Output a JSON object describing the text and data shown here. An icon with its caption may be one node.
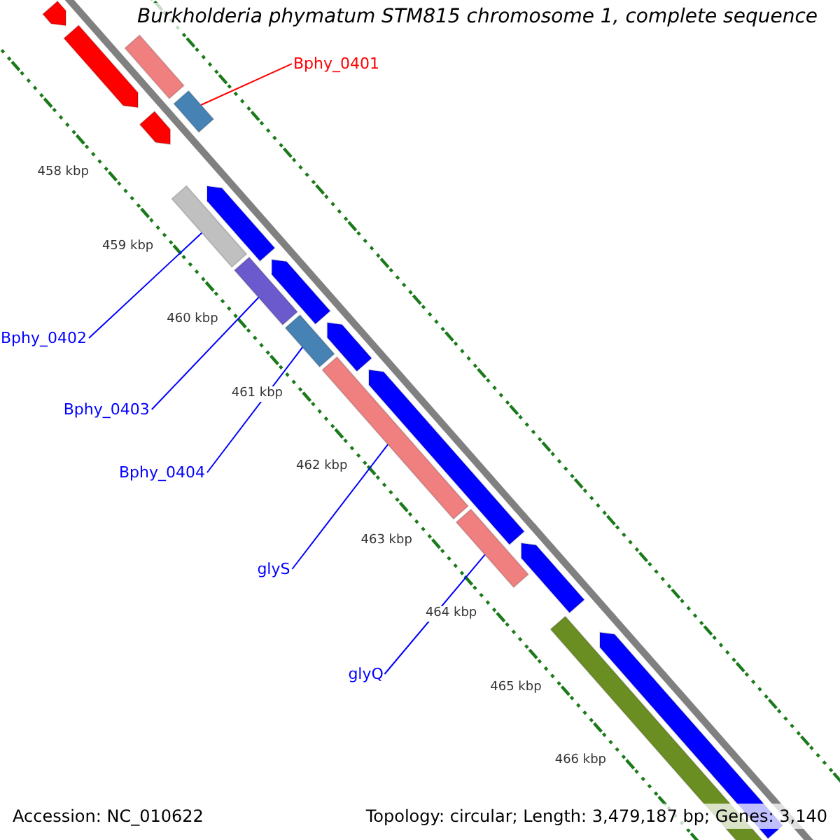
{
  "diagram": {
    "title": "Burkholderia phymatum STM815 chromosome 1, complete sequence",
    "nodes": [
      {
        "text": [
          "Bphy_0401"
        ]
      },
      {
        "text": [],
        "shape": "bar"
      },
      {
        "text": [
          "Bphy_0402"
        ]
      },
      {
        "text": [],
        "shape": "bar"
      },
      {
        "text": [
          "Bphy_0403"
        ]
      },
      {
        "text": [],
        "shape": "bar"
      },
      {
        "text": [
          "Bphy_0404"
        ]
      },
      {
        "text": [],
        "shape": "bar"
      },
      {
        "text": [
          "glyS"
        ]
      },
      {
        "text": [],
        "shape": "bar"
      },
      {
        "text": [
          "glyQ"
        ]
      },
      {
        "text": [],
        "shape": "bar"
      },
      {
        "text": [],
        "shape": "bar"
      },
      {
        "text": [],
        "shape": "bar"
      },
      {
        "text": [],
        "shape": "bar"
      },
      {
        "text": [],
        "shape": "bar"
      },
      {
        "text": [],
        "shape": "bar"
      },
      {
        "text": [],
        "shape": "bar"
      },
      {
        "text": [],
        "shape": "bar"
      },
      {
        "text": [],
        "shape": "bar"
      },
      {
        "text": [],
        "shape": "bar"
      },
      {
        "text": [],
        "shape": "bar"
      },
      {
        "text": [],
        "shape": "bar"
      }
    ],
    "edges": [
      {
        "from": 0,
        "to": 1,
        "arrow": "none",
        "color": "#ff0000"
      },
      {
        "from": 2,
        "to": 3,
        "arrow": "none"
      },
      {
        "from": 4,
        "to": 5,
        "arrow": "none"
      },
      {
        "from": 6,
        "to": 7,
        "arrow": "none"
      },
      {
        "from": 8,
        "to": 9,
        "arrow": "none"
      },
      {
        "from": 10,
        "to": 11,
        "arrow": "none"
      }
    ],
    "labels": [
      "458 kbp",
      "459 kbp",
      "460 kbp",
      "461 kbp",
      "462 kbp",
      "463 kbp",
      "464 kbp",
      "465 kbp",
      "466 kbp",
      "Accession: NC_010622",
      "Topology: circular; Length: 3,479,187 bp; Genes: 3,140"
    ]
  }
}
